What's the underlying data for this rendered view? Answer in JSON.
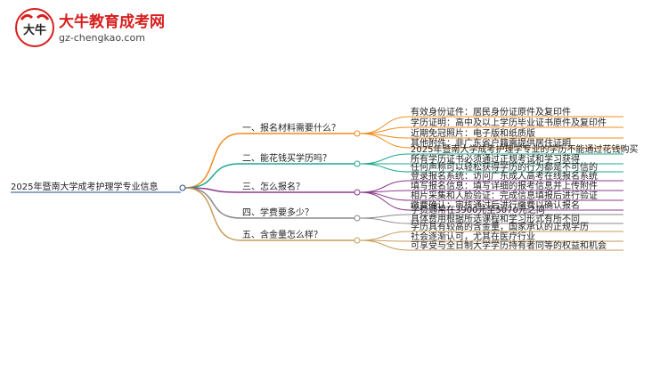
{
  "logo": {
    "title": "大牛教育成考网",
    "url": "gz-chengkao.com",
    "mark_text": "大牛"
  },
  "root": {
    "label": "2025年暨南大学成考护理学专业信息"
  },
  "branches": [
    {
      "label": "一、报名材料需要什么？",
      "color": "#f08c1e",
      "leaves": [
        "有效身份证件：居民身份证原件及复印件",
        "学历证明：高中及以上学历毕业证书原件及复印件",
        "近期免冠照片：电子版和纸质版",
        "其他附件：非广东省户籍需提供居住证明"
      ]
    },
    {
      "label": "二、能花钱买学历吗？",
      "color": "#1fa88e",
      "leaves": [
        "2025年暨南大学成考护理学专业的学历不能通过花钱购买",
        "所有学历证书必须通过正规考试和学习获得",
        "任何声称可以轻松获得学历的行为都是不可信的"
      ]
    },
    {
      "label": "三、怎么报名？",
      "color": "#8b3a8b",
      "leaves": [
        "登录报名系统：访问广东成人高考在线报名系统",
        "填写报名信息：填写详细的报考信息并上传附件",
        "相片采集和人脸验证：完成信息填报后进行验证",
        "缴费确认：审核通过后进行缴费以确认报名"
      ]
    },
    {
      "label": "四、学费要多少？",
      "color": "#8a8a8a",
      "leaves": [
        "学费通常在3900元至5070元之间",
        "具体费用根据所选课程和学习形式有所不同"
      ]
    },
    {
      "label": "五、含金量怎么样？",
      "color": "#c89b5a",
      "leaves": [
        "学历具有较高的含金量，国家承认的正规学历",
        "社会逐渐认可，尤其在医疗行业",
        "可享受与全日制大学学历持有者同等的权益和机会"
      ]
    }
  ]
}
